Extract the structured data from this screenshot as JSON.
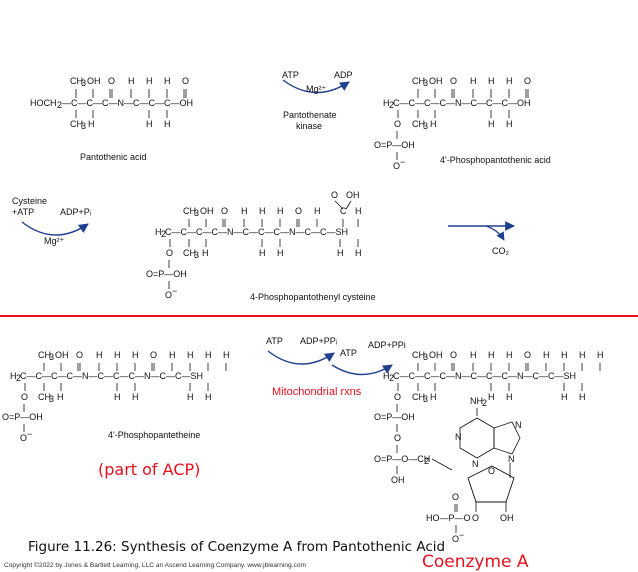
{
  "figure": {
    "caption": "Figure 11.26: Synthesis of Coenzyme A from Pantothenic Acid",
    "copyright": "Copyright ©2022 by Jones & Bartlett Learning, LLC an Ascend Learning Company. www.jblearning.com",
    "highlight_color": "#e8101e"
  },
  "molecules": {
    "pantothenic_acid": "Pantothenic acid",
    "phosphopantothenic_acid": "4'-Phosphopantothenic acid",
    "phosphopantothenyl_cysteine": "4-Phosphopantothenyl cysteine",
    "phosphopantetheine": "4'-Phosphopantetheine",
    "coenzyme_a": "Coenzyme A"
  },
  "reactions": {
    "step1": {
      "in": "ATP",
      "out": "ADP",
      "cofactor": "Mg²⁺",
      "enzyme_line1": "Pantothenate",
      "enzyme_line2": "kinase"
    },
    "step2": {
      "in_line1": "Cysteine",
      "in_line2": "+ATP",
      "out": "ADP+Pᵢ",
      "cofactor": "Mg²⁺"
    },
    "step3": {
      "out": "CO₂"
    },
    "step4": {
      "in": "ATP",
      "out": "ADP+PPᵢ"
    },
    "step5": {
      "in": "ATP",
      "out": "ADP+PPi"
    }
  },
  "notes": {
    "acp": "(part of ACP)",
    "mito": "Mitochondrial rxns"
  }
}
